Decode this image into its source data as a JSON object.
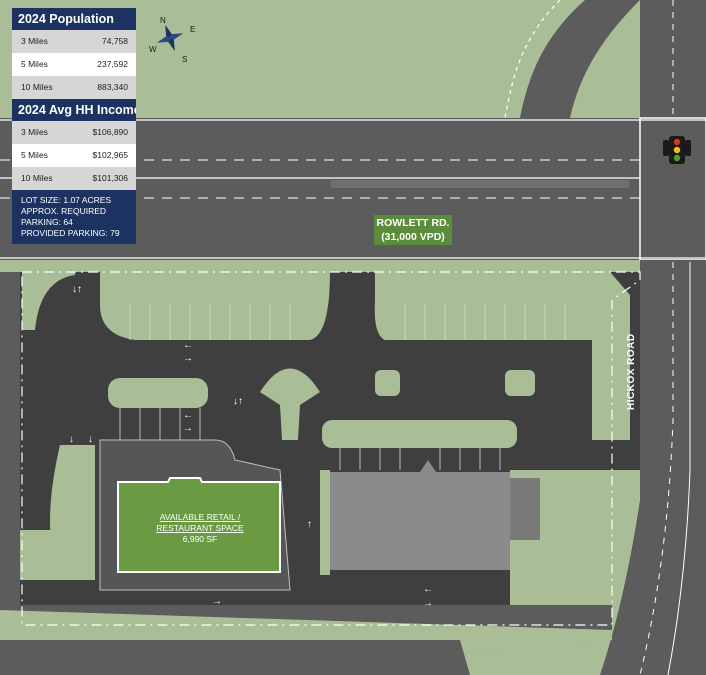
{
  "info_panel": {
    "population": {
      "title": "2024 Population",
      "rows": [
        {
          "label": "3 Miles",
          "value": "74,758"
        },
        {
          "label": "5 Miles",
          "value": "237,592"
        },
        {
          "label": "10 Miles",
          "value": "883,340"
        }
      ]
    },
    "income": {
      "title": "2024 Avg HH Income",
      "rows": [
        {
          "label": "3 Miles",
          "value": "$106,890"
        },
        {
          "label": "5 Miles",
          "value": "$102,965"
        },
        {
          "label": "10 Miles",
          "value": "$101,306"
        }
      ]
    },
    "footer_lines": [
      "LOT SIZE: 1.07 ACRES",
      "APPROX. REQUIRED",
      "PARKING: 64",
      "PROVIDED PARKING: 79"
    ]
  },
  "compass": {
    "n": "N",
    "e": "E",
    "s": "S",
    "w": "W"
  },
  "roads": {
    "rowlett_name": "ROWLETT RD.",
    "rowlett_traffic": "(31,000 VPD)",
    "hickox": "HICKOX ROAD"
  },
  "site": {
    "line1": "AVAILABLE RETAIL /",
    "line2": "RESTAURANT SPACE",
    "area": "6,990 SF"
  },
  "colors": {
    "road": "#5c5c5c",
    "lot": "#3f3f3f",
    "green": "#a9bd97",
    "site_building": "#6a9b42",
    "neighbor_building": "#8a8a8a",
    "panel_navy": "#1c3361"
  }
}
